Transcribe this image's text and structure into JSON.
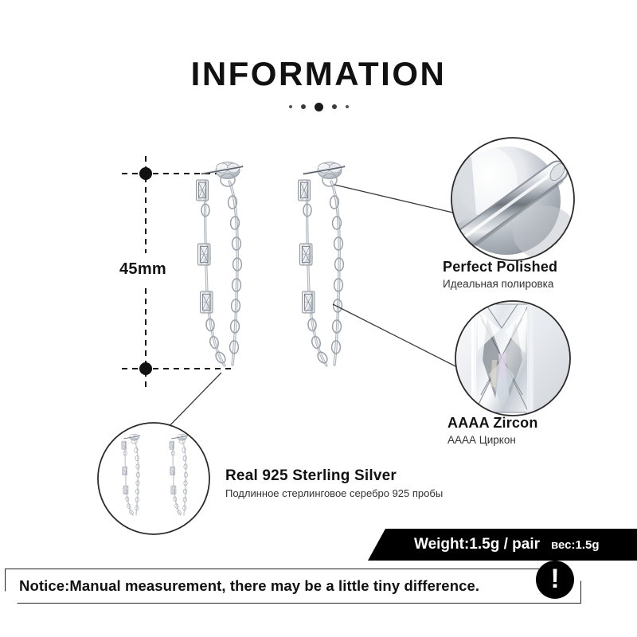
{
  "header": {
    "title": "INFORMATION",
    "dots": [
      4,
      6,
      11,
      6,
      4
    ]
  },
  "measurement": {
    "label": "45mm",
    "unit": "mm",
    "value": 45
  },
  "features": [
    {
      "id": "perfect-polished",
      "title_en": "Perfect  Polished",
      "title_ru": "Идеальная полировка",
      "detail_icon": "polished-post-closeup"
    },
    {
      "id": "aaaa-zircon",
      "title_en": "AAAA  Zircon",
      "title_ru": "АААА Циркон",
      "detail_icon": "zircon-stone-closeup"
    },
    {
      "id": "real-925-silver",
      "title_en": "Real 925  Sterling  Silver",
      "title_ru": "Подлинное стерлинговое серебро 925 пробы",
      "detail_icon": "earring-pair-closeup"
    }
  ],
  "weight": {
    "main_label": "Weight:1.5g / pair",
    "ru_label": "вес:1.5g",
    "value": "1.5g",
    "background": "#000000",
    "text_color": "#ffffff"
  },
  "notice": {
    "text": "Notice:Manual measurement, there may be a little tiny difference.",
    "badge_glyph": "!",
    "badge_color": "#000000"
  },
  "product": {
    "name": "chain-drop-zircon-stud-earrings",
    "stones_per_earring": 3,
    "pieces": 2,
    "metal_color": "#c9ccd1"
  }
}
